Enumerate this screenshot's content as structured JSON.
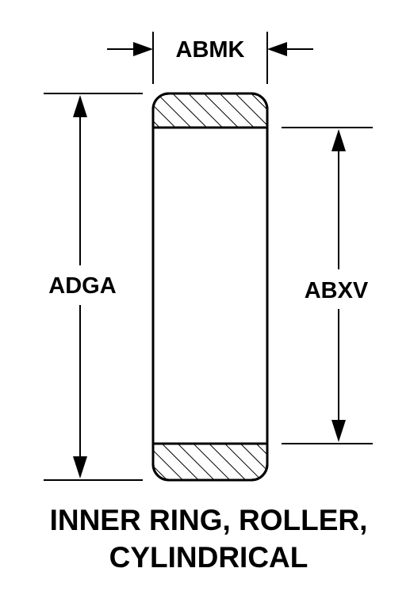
{
  "diagram": {
    "dimensions": {
      "width_label": "ABMK",
      "outer_height_label": "ADGA",
      "inner_height_label": "ABXV"
    },
    "caption": {
      "line1": "INNER RING, ROLLER,",
      "line2": "CYLINDRICAL"
    }
  }
}
